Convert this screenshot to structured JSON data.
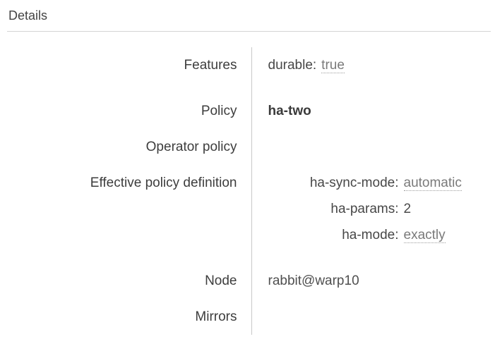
{
  "section": {
    "title": "Details"
  },
  "details": {
    "features": {
      "label": "Features",
      "durable_key": "durable:",
      "durable_value": "true"
    },
    "policy": {
      "label": "Policy",
      "value": "ha-two"
    },
    "operator_policy": {
      "label": "Operator policy",
      "value": ""
    },
    "effective_policy": {
      "label": "Effective policy definition",
      "items": [
        {
          "key": "ha-sync-mode:",
          "value": "automatic"
        },
        {
          "key": "ha-params:",
          "value": "2"
        },
        {
          "key": "ha-mode:",
          "value": "exactly"
        }
      ]
    },
    "node": {
      "label": "Node",
      "value": "rabbit@warp10"
    },
    "mirrors": {
      "label": "Mirrors",
      "value": ""
    }
  },
  "colors": {
    "text": "#404040",
    "muted_value": "#7a7a7a",
    "separator": "#c9c9c9",
    "rule": "#d4d4d4"
  }
}
